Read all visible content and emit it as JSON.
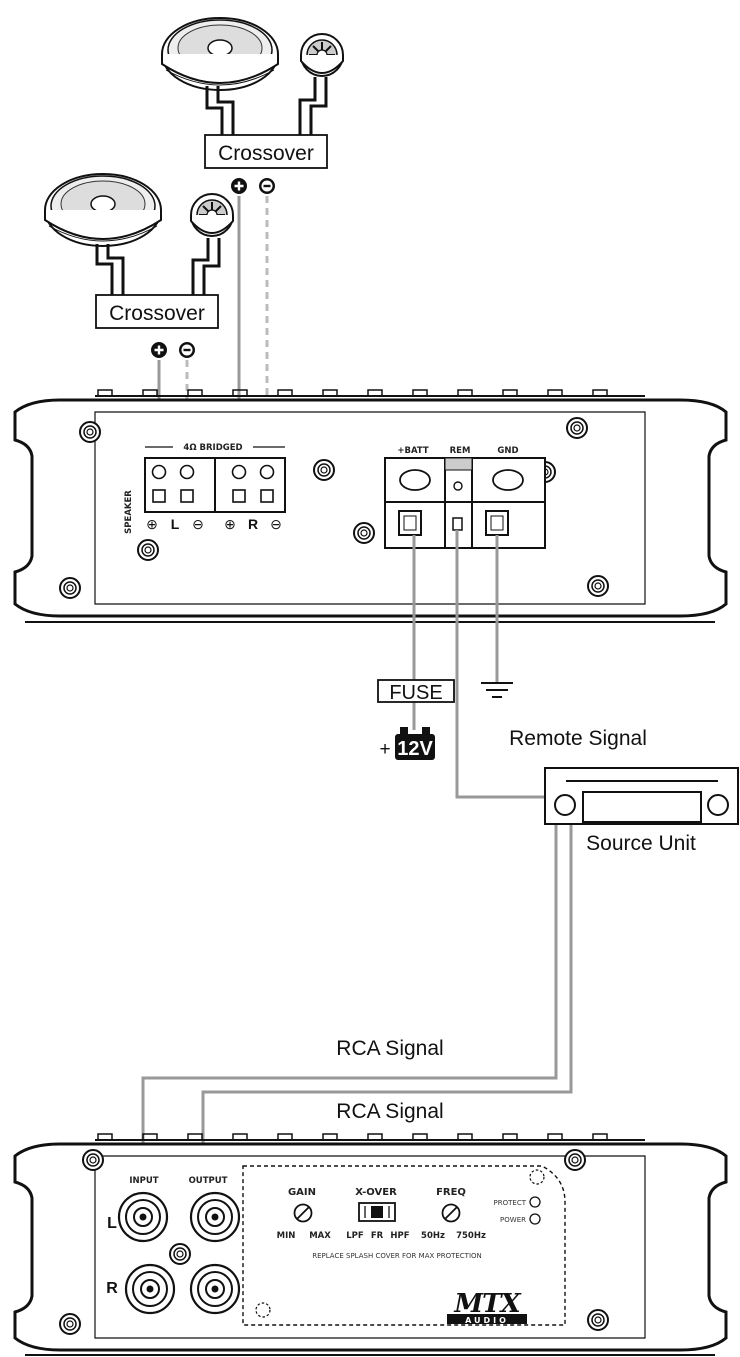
{
  "crossover_label": "Crossover",
  "speaker_section": {
    "side_label": "SPEAKER",
    "bridged_label": "4Ω BRIDGED",
    "left_channel": "L",
    "right_channel": "R",
    "plus_symbol": "⊕",
    "minus_symbol": "⊖"
  },
  "power_terminals": {
    "batt": "+BATT",
    "rem": "REM",
    "gnd": "GND"
  },
  "fuse_label": "FUSE",
  "battery_label": "12V",
  "battery_plus": "+",
  "remote_signal_label": "Remote Signal",
  "source_unit_label": "Source Unit",
  "rca_signal_labels": [
    "RCA Signal",
    "RCA Signal"
  ],
  "input_panel": {
    "input_label": "INPUT",
    "output_label": "OUTPUT",
    "row_left": "L",
    "row_right": "R",
    "gain_label": "GAIN",
    "gain_min": "MIN",
    "gain_max": "MAX",
    "xover_label": "X-OVER",
    "xover_options": [
      "LPF",
      "FR",
      "HPF"
    ],
    "freq_label": "FREQ",
    "freq_low": "50Hz",
    "freq_high": "750Hz",
    "protect_label": "PROTECT",
    "power_label": "POWER",
    "splash_note": "REPLACE SPLASH COVER FOR MAX PROTECTION"
  },
  "brand": {
    "logo": "MTX",
    "sub": "AUDIO"
  }
}
